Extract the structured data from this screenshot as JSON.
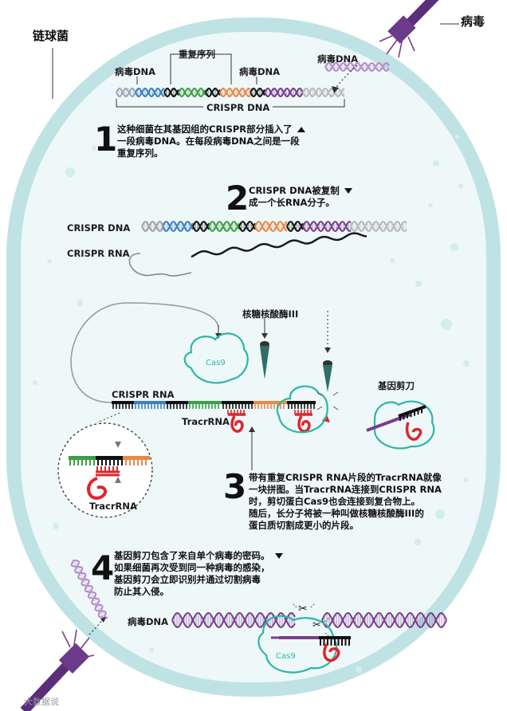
{
  "labels": {
    "bacterium": "链球菌",
    "virus": "病毒",
    "viral_dna_1": "病毒DNA",
    "repeat_seq": "重复序列",
    "viral_dna_2": "病毒DNA",
    "viral_dna_top": "病毒DNA",
    "crispr_dna_bracket": "CRISPR DNA",
    "crispr_dna_2": "CRISPR DNA",
    "crispr_rna_2": "CRISPR RNA",
    "rnase": "核糖核酸酶III",
    "cas9_a": "Cas9",
    "crispr_rna_3": "CRISPR RNA",
    "tracrrna": "TracrRNA",
    "tracrrna_zoom": "TracrRNA",
    "gene_scissors": "基因剪刀",
    "viral_dna_4": "病毒DNA",
    "cas9_b": "Cas9",
    "watermark": "大数据说"
  },
  "steps": [
    {
      "number": "1",
      "lines": [
        "这种细菌在其基因组的CRISPR部分插入了",
        "一段病毒DNA。在每段病毒DNA之间是一段",
        "重复序列。"
      ]
    },
    {
      "number": "2",
      "lines": [
        "CRISPR DNA被复制",
        "成一个长RNA分子。"
      ]
    },
    {
      "number": "3",
      "lines": [
        "带有重复CRISPR RNA片段的TracrRNA就像",
        "一块拼图。当TracrRNA连接到CRISPR RNA",
        "时，剪切蛋白Cas9也会连接到复合物上。",
        "随后，长分子将被一种叫做核糖核酸酶III的",
        "蛋白质切割成更小的片段。"
      ]
    },
    {
      "number": "4",
      "lines": [
        "基因剪刀包含了来自单个病毒的密码。",
        "如果细菌再次受到同一种病毒的感染，",
        "基因剪刀会立即识别并通过切割病毒",
        "防止其入侵。"
      ]
    }
  ],
  "colors": {
    "cell_membrane": "#c5e6e6",
    "cell_interior": "#eef8f8",
    "cas9": "#2cb5a9",
    "trna": "#e0242c",
    "blue": "#3d7fc0",
    "green": "#3d9e48",
    "orange": "#e8894a",
    "purple": "#7a3d8c",
    "lilac": "#b48cc8"
  }
}
